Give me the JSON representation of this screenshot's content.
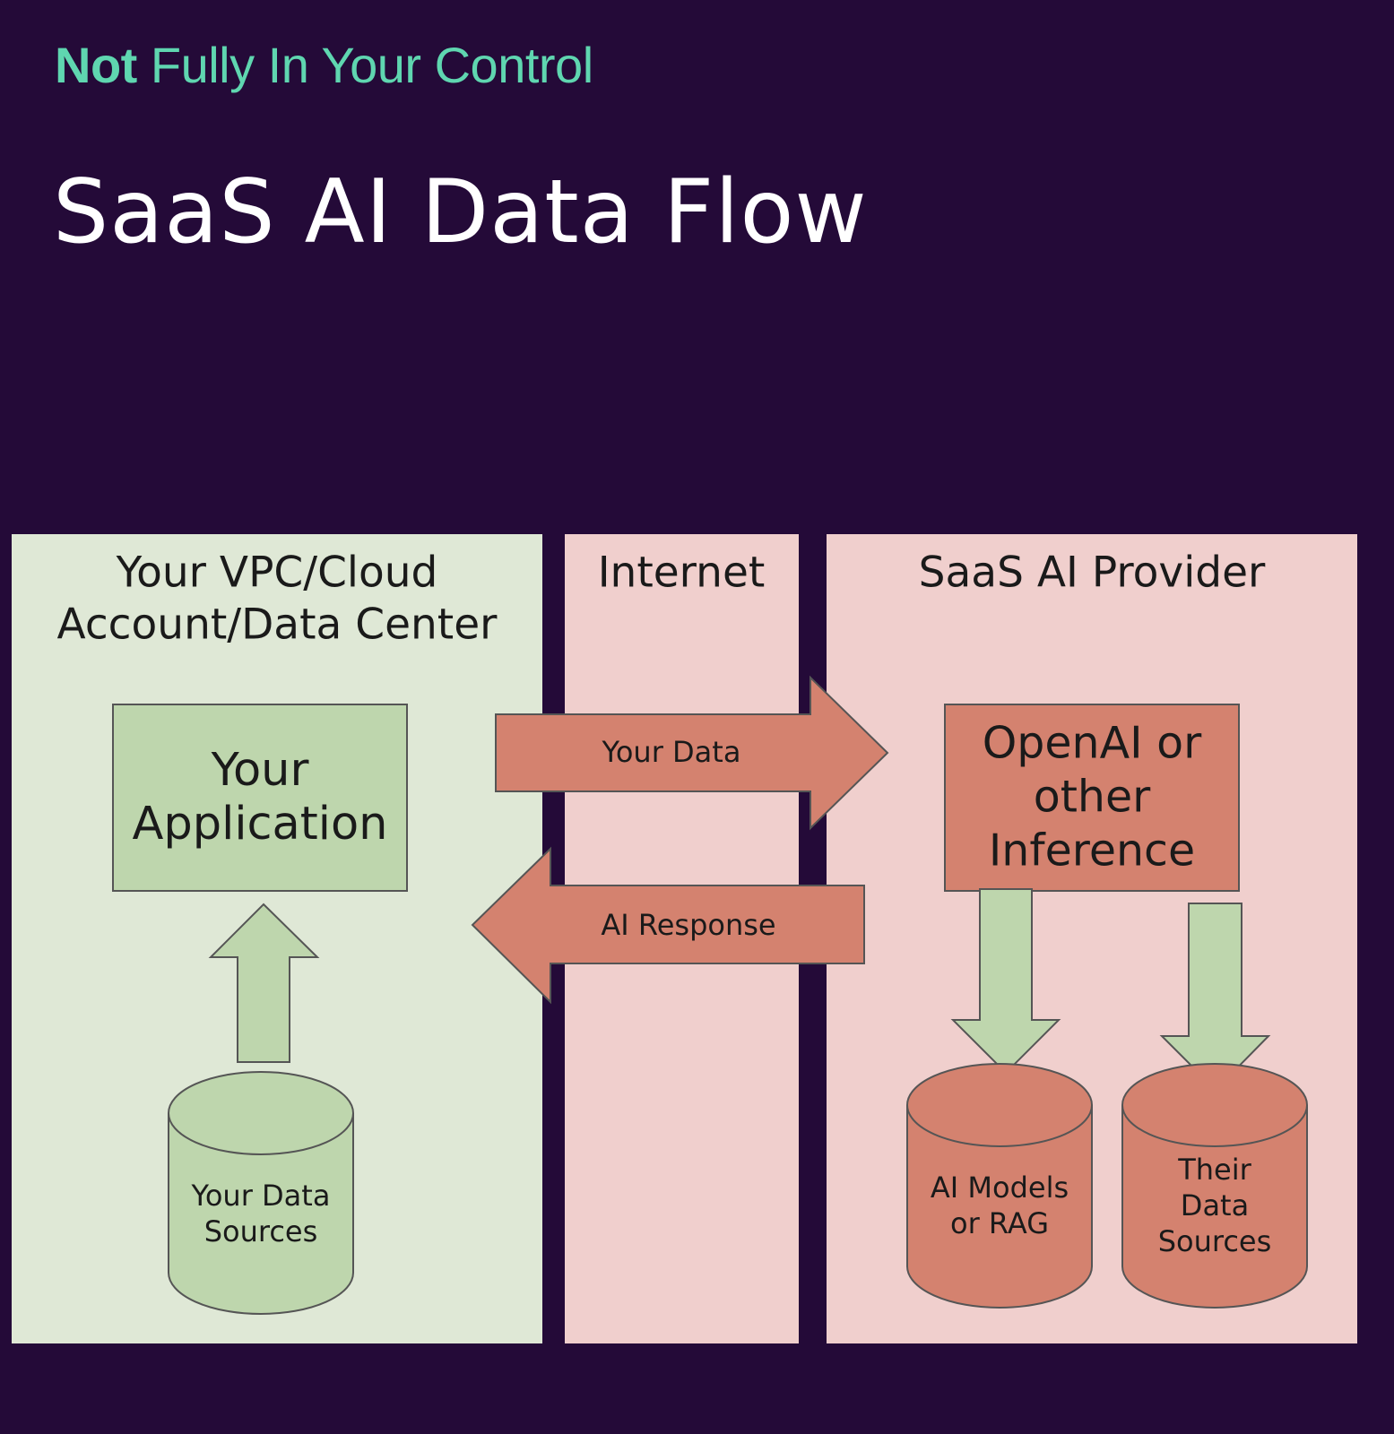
{
  "header": {
    "kicker_strong": "Not",
    "kicker_rest": " Fully In Your Control",
    "title": "SaaS AI Data Flow"
  },
  "zones": {
    "your_env": {
      "line1": "Your VPC/Cloud",
      "line2": "Account/Data Center"
    },
    "internet": {
      "label": "Internet"
    },
    "provider": {
      "label": "SaaS AI Provider"
    }
  },
  "nodes": {
    "your_application": {
      "line1": "Your",
      "line2": "Application"
    },
    "your_data_sources": {
      "line1": "Your Data",
      "line2": "Sources"
    },
    "inference": {
      "line1": "OpenAI or",
      "line2": "other",
      "line3": "Inference"
    },
    "ai_models": {
      "line1": "AI Models",
      "line2": "or RAG"
    },
    "their_data_sources": {
      "line1": "Their",
      "line2": "Data",
      "line3": "Sources"
    }
  },
  "flows": {
    "your_data": "Your Data",
    "ai_response": "AI Response"
  },
  "colors": {
    "background": "#240a38",
    "kicker": "#5fd6b0",
    "title": "#ffffff",
    "green_zone": "#dfe8d6",
    "green_node": "#bed6ad",
    "pink_zone": "#f0cfcd",
    "salmon_node": "#d4826f",
    "outline": "#555555",
    "diagram_text": "#1a1a1a"
  }
}
